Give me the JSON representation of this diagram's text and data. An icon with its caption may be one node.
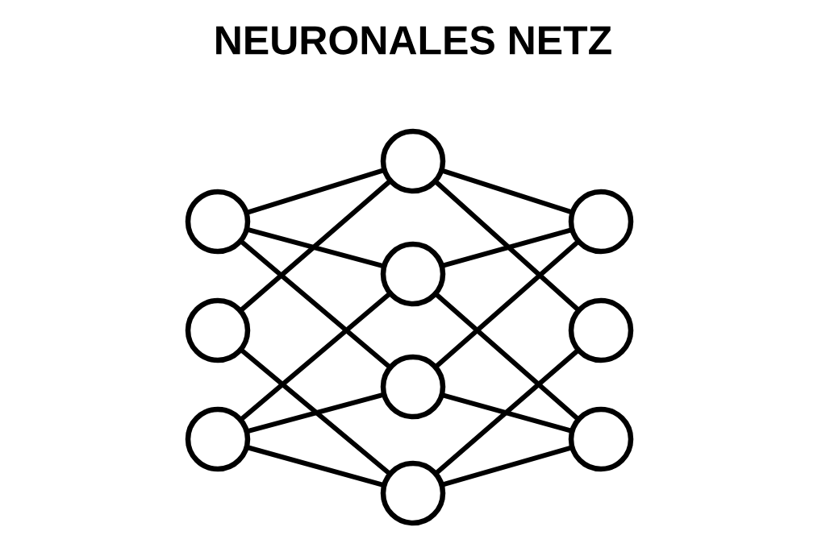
{
  "diagram": {
    "title": "NEURONALES NETZ",
    "nodes": [
      {
        "text": [],
        "shape": "circle"
      },
      {
        "text": [],
        "shape": "circle"
      },
      {
        "text": [],
        "shape": "circle"
      },
      {
        "text": [],
        "shape": "circle"
      },
      {
        "text": [],
        "shape": "circle"
      },
      {
        "text": [],
        "shape": "circle"
      },
      {
        "text": [],
        "shape": "circle"
      },
      {
        "text": [],
        "shape": "circle"
      },
      {
        "text": [],
        "shape": "circle"
      },
      {
        "text": [],
        "shape": "circle"
      }
    ],
    "edges": [
      {
        "from": 0,
        "to": 3,
        "arrow": "none"
      },
      {
        "from": 0,
        "to": 4,
        "arrow": "none"
      },
      {
        "from": 0,
        "to": 5,
        "arrow": "none"
      },
      {
        "from": 1,
        "to": 3,
        "arrow": "none"
      },
      {
        "from": 1,
        "to": 6,
        "arrow": "none"
      },
      {
        "from": 2,
        "to": 4,
        "arrow": "none"
      },
      {
        "from": 2,
        "to": 5,
        "arrow": "none"
      },
      {
        "from": 2,
        "to": 6,
        "arrow": "none"
      },
      {
        "from": 3,
        "to": 7,
        "arrow": "none"
      },
      {
        "from": 3,
        "to": 8,
        "arrow": "none"
      },
      {
        "from": 4,
        "to": 7,
        "arrow": "none"
      },
      {
        "from": 4,
        "to": 9,
        "arrow": "none"
      },
      {
        "from": 5,
        "to": 7,
        "arrow": "none"
      },
      {
        "from": 5,
        "to": 9,
        "arrow": "none"
      },
      {
        "from": 6,
        "to": 8,
        "arrow": "none"
      },
      {
        "from": 6,
        "to": 9,
        "arrow": "none"
      }
    ]
  }
}
